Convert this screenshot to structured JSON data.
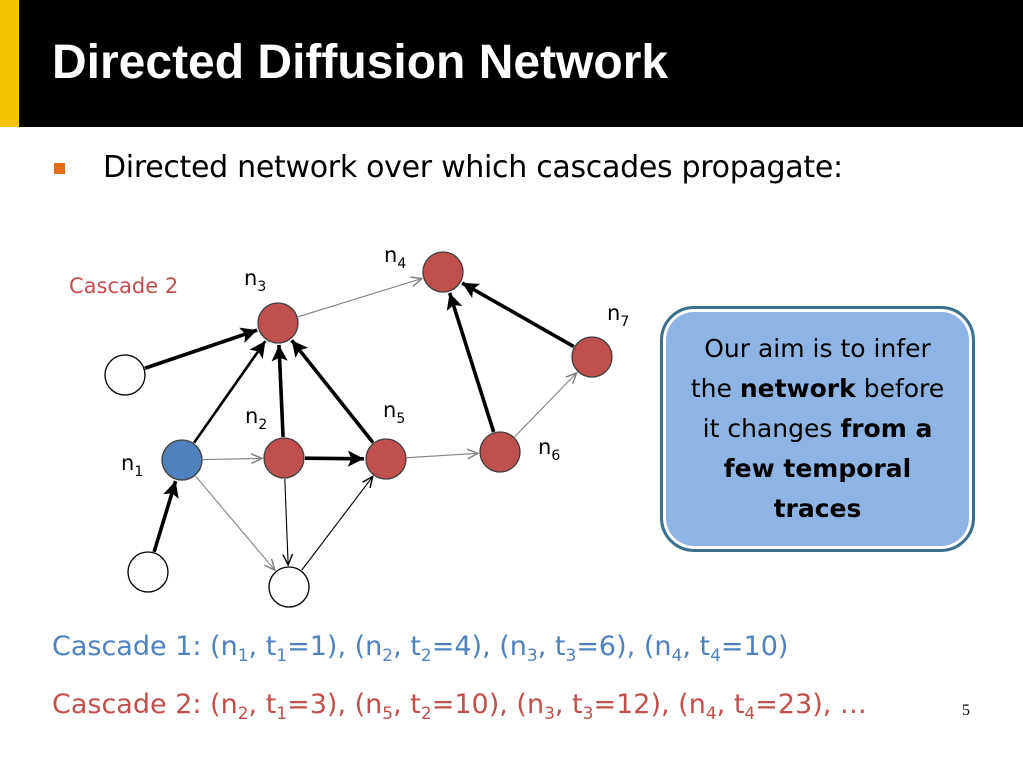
{
  "title": "Directed Diffusion Network",
  "bullet": "Directed network over which cascades propagate:",
  "diagram": {
    "cascade_label": "Cascade 2",
    "nodes": [
      {
        "id": "n1",
        "name": "n",
        "sub": "1",
        "color": "#4f81bd"
      },
      {
        "id": "n2",
        "name": "n",
        "sub": "2",
        "color": "#c0504d"
      },
      {
        "id": "n3",
        "name": "n",
        "sub": "3",
        "color": "#c0504d"
      },
      {
        "id": "n4",
        "name": "n",
        "sub": "4",
        "color": "#c0504d"
      },
      {
        "id": "n5",
        "name": "n",
        "sub": "5",
        "color": "#c0504d"
      },
      {
        "id": "n6",
        "name": "n",
        "sub": "6",
        "color": "#c0504d"
      },
      {
        "id": "n7",
        "name": "n",
        "sub": "7",
        "color": "#c0504d"
      },
      {
        "id": "u1",
        "color": "#ffffff"
      },
      {
        "id": "u2",
        "color": "#ffffff"
      },
      {
        "id": "u3",
        "color": "#ffffff"
      }
    ],
    "edges": [
      {
        "from": "u1",
        "to": "n3",
        "style": "thick"
      },
      {
        "from": "u2",
        "to": "n1",
        "style": "thick"
      },
      {
        "from": "n1",
        "to": "n3",
        "style": "medium"
      },
      {
        "from": "n1",
        "to": "n2",
        "style": "thin"
      },
      {
        "from": "n1",
        "to": "u3",
        "style": "thin"
      },
      {
        "from": "n2",
        "to": "n3",
        "style": "thick"
      },
      {
        "from": "n2",
        "to": "n5",
        "style": "thick"
      },
      {
        "from": "n2",
        "to": "u3",
        "style": "thin"
      },
      {
        "from": "n5",
        "to": "n3",
        "style": "thick"
      },
      {
        "from": "n5",
        "to": "n6",
        "style": "thin"
      },
      {
        "from": "u3",
        "to": "n5",
        "style": "thin"
      },
      {
        "from": "n3",
        "to": "n4",
        "style": "thin"
      },
      {
        "from": "n6",
        "to": "n4",
        "style": "thick"
      },
      {
        "from": "n6",
        "to": "n7",
        "style": "thin"
      },
      {
        "from": "n7",
        "to": "n4",
        "style": "thick"
      }
    ]
  },
  "aim_box": {
    "line1": "Our aim is to infer",
    "line2_pre": "the ",
    "line2_bold": "network",
    "line2_post": " before",
    "line3_pre": "it changes ",
    "line3_bold": "from a",
    "line4_bold": "few temporal",
    "line5_bold": "traces"
  },
  "cascade1": {
    "prefix": "Cascade 1: ",
    "items": [
      {
        "n": "1",
        "t": "1",
        "time": "1"
      },
      {
        "n": "2",
        "t": "2",
        "time": "4"
      },
      {
        "n": "3",
        "t": "3",
        "time": "6"
      },
      {
        "n": "4",
        "t": "4",
        "time": "10"
      }
    ],
    "suffix": "",
    "color": "#4f81bd"
  },
  "cascade2": {
    "prefix": "Cascade 2: ",
    "items": [
      {
        "n": "2",
        "t": "1",
        "time": "3"
      },
      {
        "n": "5",
        "t": "2",
        "time": "10"
      },
      {
        "n": "3",
        "t": "3",
        "time": "12"
      },
      {
        "n": "4",
        "t": "4",
        "time": "23"
      }
    ],
    "suffix": ", …",
    "color": "#c0504d"
  },
  "page_number": "5",
  "colors": {
    "title_bar": "#000000",
    "accent": "#f5c400",
    "bullet": "#e46c0a",
    "box_fill": "#8db4e2",
    "box_border": "#3c6f8e"
  }
}
